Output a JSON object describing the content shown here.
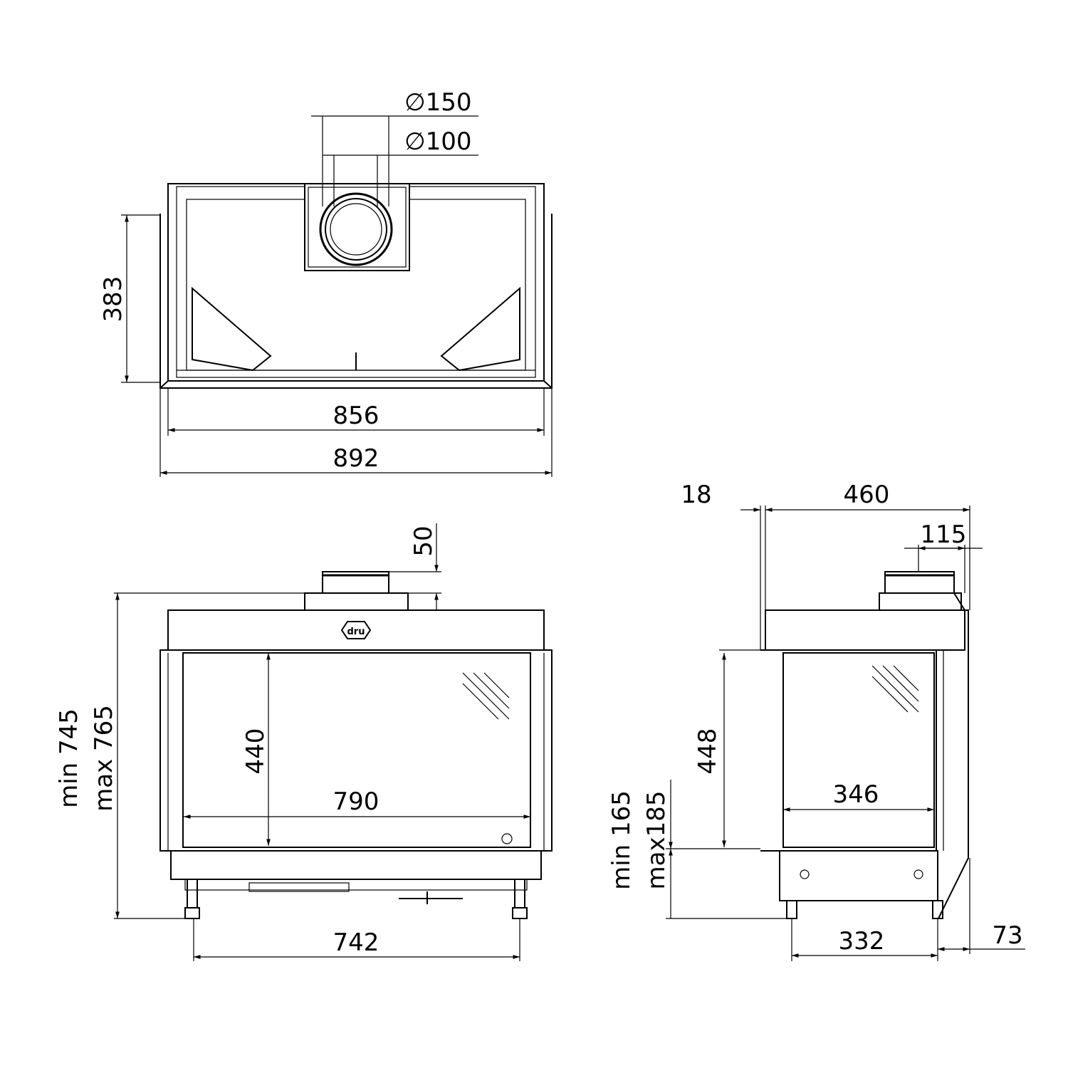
{
  "top_view": {
    "flue_outer": "∅150",
    "flue_inner": "∅100",
    "depth": "383",
    "inner_width": "856",
    "outer_width": "892"
  },
  "front_view": {
    "height_min": "min 745",
    "height_max": "max 765",
    "collar_height": "50",
    "glass_height": "440",
    "glass_width": "790",
    "leg_spacing": "742"
  },
  "side_view": {
    "frame_offset": "18",
    "depth": "460",
    "flue_offset": "115",
    "glass_height": "448",
    "glass_width": "346",
    "base_min": "min 165",
    "base_max": "max185",
    "leg_spacing": "332",
    "rear_offset": "73"
  },
  "logo_text": "dru"
}
